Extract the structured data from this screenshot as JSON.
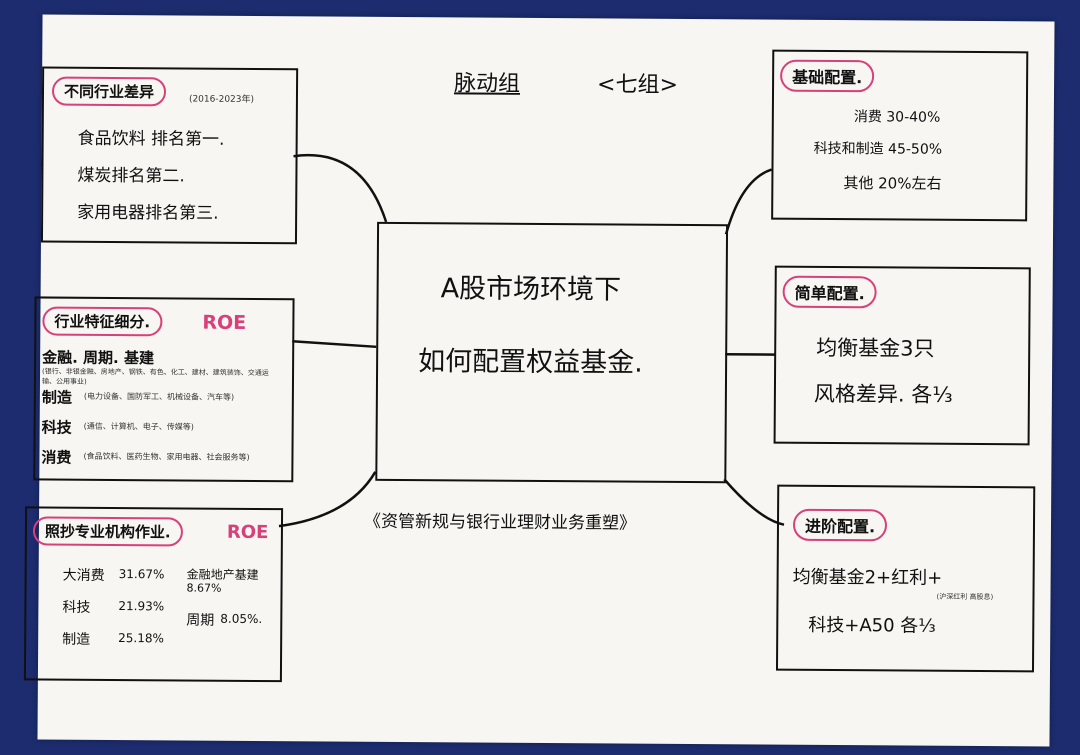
{
  "header": {
    "group": "脉动组",
    "team": "<七组>"
  },
  "center": {
    "line1": "A股市场环境下",
    "line2": "如何配置权益基金.",
    "subtitle": "《资管新规与银行业理财业务重塑》"
  },
  "boxes": {
    "industry_diff": {
      "title": "不同行业差异",
      "range": "(2016-2023年)",
      "items": [
        "食品饮料 排名第一.",
        "煤炭排名第二.",
        "家用电器排名第三."
      ]
    },
    "industry_features": {
      "title": "行业特征细分.",
      "tag": "ROE",
      "rows": [
        {
          "label": "金融. 周期. 基建",
          "note": "(银行、非银金融、房地产、钢铁、有色、化工、建材、建筑装饰、交通运输、公用事业)"
        },
        {
          "label": "制造",
          "note": "(电力设备、国防军工、机械设备、汽车等)"
        },
        {
          "label": "科技",
          "note": "(通信、计算机、电子、传媒等)"
        },
        {
          "label": "消费",
          "note": "(食品饮料、医药生物、家用电器、社会服务等)"
        }
      ]
    },
    "copy_institutions": {
      "title": "照抄专业机构作业.",
      "tag": "ROE",
      "rows": [
        {
          "label": "大消费",
          "value": "31.67%"
        },
        {
          "label": "科技",
          "value": "21.93%"
        },
        {
          "label": "制造",
          "value": "25.18%"
        }
      ],
      "right_rows": [
        {
          "label": "金融地产基建",
          "value": "8.67%"
        },
        {
          "label": "周期",
          "value": "8.05%."
        }
      ]
    },
    "basic_config": {
      "title": "基础配置.",
      "items": [
        "消费 30-40%",
        "科技和制造 45-50%",
        "其他 20%左右"
      ]
    },
    "simple_config": {
      "title": "简单配置.",
      "items": [
        "均衡基金3只",
        "风格差异. 各⅓"
      ]
    },
    "advanced_config": {
      "title": "进阶配置.",
      "items": [
        "均衡基金2+红利+",
        "科技+A50  各⅓"
      ],
      "note": "(沪深红利 高股息)"
    }
  }
}
